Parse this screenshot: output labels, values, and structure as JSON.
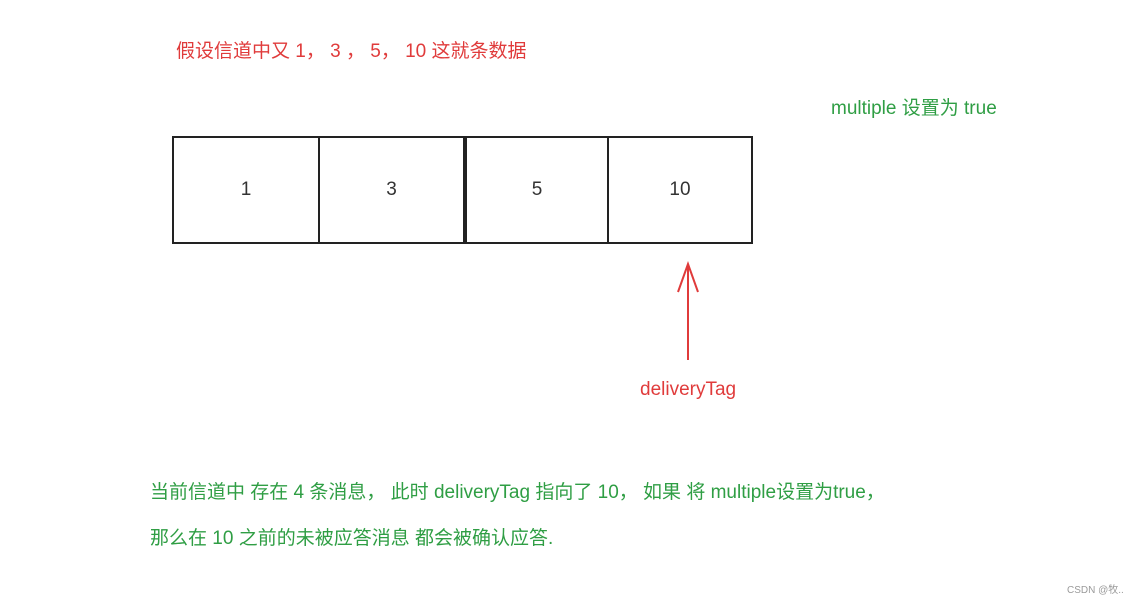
{
  "title": "假设信道中又 1， 3 ， 5， 10  这就条数据",
  "multiple_note": "multiple 设置为 true",
  "cells": [
    "1",
    "3",
    "5",
    "10"
  ],
  "arrow_label": "deliveryTag",
  "explanation": {
    "line1": "当前信道中 存在 4 条消息， 此时 deliveryTag 指向了 10， 如果 将 multiple设置为true，",
    "line2": "那么在 10 之前的未被应答消息 都会被确认应答."
  },
  "watermark": "CSDN @牧..",
  "colors": {
    "red": "#e03b3b",
    "green": "#2f9e44",
    "border": "#222222"
  }
}
